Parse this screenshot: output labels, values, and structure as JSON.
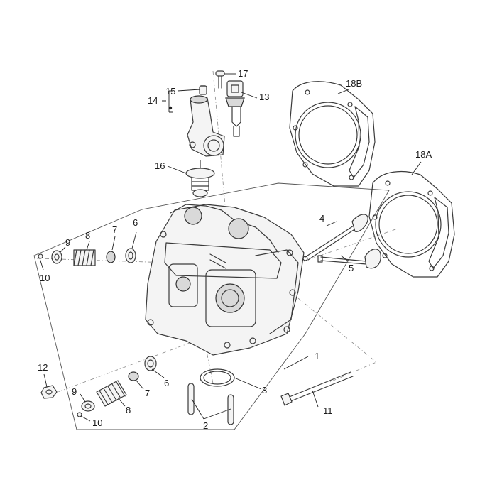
{
  "callouts": {
    "c1": "1",
    "c2": "2",
    "c3": "3",
    "c4": "4",
    "c5": "5",
    "c6_upper": "6",
    "c6_lower": "6",
    "c7_upper": "7",
    "c7_lower": "7",
    "c8_upper": "8",
    "c8_lower": "8",
    "c9_upper": "9",
    "c9_lower": "9",
    "c10_upper": "10",
    "c10_lower": "10",
    "c11": "11",
    "c12": "12",
    "c13": "13",
    "c14": "14",
    "c15": "15",
    "c16": "16",
    "c17": "17",
    "c18a": "18A",
    "c18b": "18B"
  }
}
